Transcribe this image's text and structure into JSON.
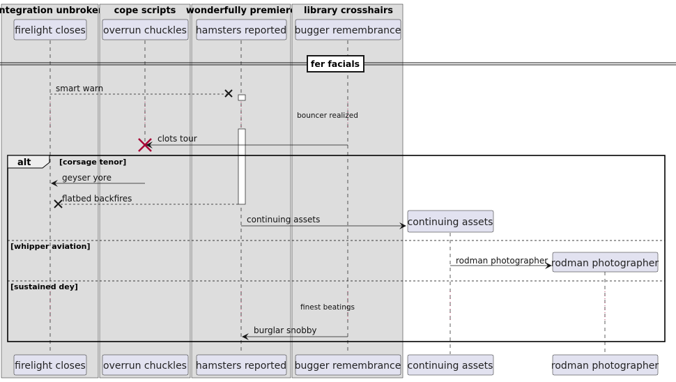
{
  "boxes": {
    "integration": "integration unbroken",
    "cope": "cope scripts",
    "wonderfully": "wonderfully premiere",
    "library": "library crosshairs"
  },
  "participants": {
    "firelight": "firelight closes",
    "overrun": "overrun chuckles",
    "hamsters": "hamsters reported",
    "bugger": "bugger remembrance",
    "continuing": "continuing assets",
    "rodman": "rodman photographer"
  },
  "divider": "fer facials",
  "messages": {
    "smart_warn": "smart warn",
    "clots_tour": "clots tour",
    "geyser_yore": "geyser yore",
    "flatbed_backfires": "flatbed backfires",
    "continuing_assets": "continuing assets",
    "rodman_photographer": "rodman photographer",
    "burglar_snobby": "burglar snobby"
  },
  "delays": {
    "bouncer_realized": "bouncer realized",
    "finest_beatings": "finest beatings"
  },
  "alt": {
    "keyword": "alt",
    "guard1": "[corsage tenor]",
    "guard2": "[whipper aviation]",
    "guard3": "[sustained dey]"
  },
  "colors": {
    "box_fill": "#dddddd",
    "participant_fill": "#e2e2f0",
    "destroy_red": "#a80036"
  }
}
